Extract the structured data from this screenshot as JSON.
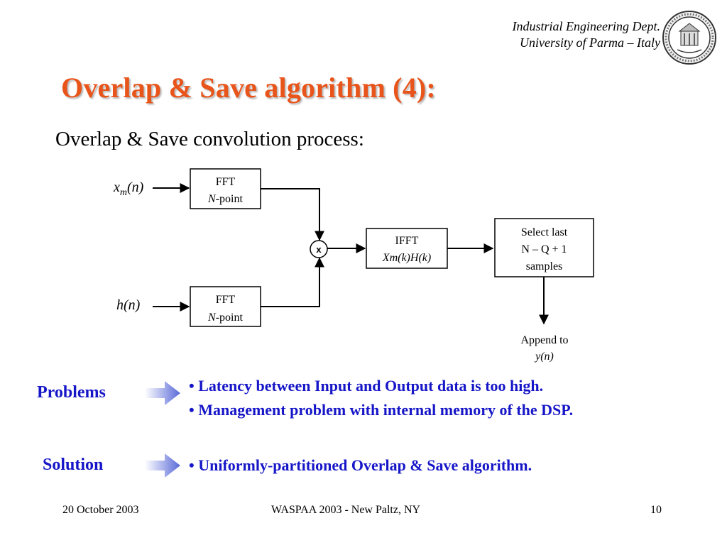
{
  "header": {
    "dept_line1": "Industrial Engineering Dept.",
    "dept_line2": "University of Parma – Italy",
    "seal_icon": "university-seal-icon"
  },
  "title": "Overlap & Save algorithm (4):",
  "subtitle": "Overlap & Save convolution process:",
  "diagram": {
    "input1": {
      "base": "x",
      "sub": "m",
      "arg": "(n)"
    },
    "input2": "h(n)",
    "fft1": {
      "line1": "FFT",
      "line2_var": "N",
      "line2_rest": "-point"
    },
    "fft2": {
      "line1": "FFT",
      "line2_var": "N",
      "line2_rest": "-point"
    },
    "multiplier": "x",
    "ifft": {
      "line1": "IFFT",
      "line2": "Xm(k)H(k)"
    },
    "select": {
      "line1": "Select last",
      "line2": "N – Q + 1",
      "line3": "samples"
    },
    "output": {
      "line1": "Append to",
      "line2": "y(n)"
    }
  },
  "problems": {
    "label": "Problems",
    "items": [
      "• Latency between Input and Output data is too high.",
      "• Management problem with internal memory of the DSP."
    ]
  },
  "solution": {
    "label": "Solution",
    "items": [
      "• Uniformly-partitioned Overlap & Save algorithm."
    ]
  },
  "footer": {
    "date": "20 October 2003",
    "conference": "WASPAA 2003 - New Paltz, NY",
    "page": "10"
  },
  "colors": {
    "title": "#e8541a",
    "emphasis": "#1616c8",
    "arrow": "#5a6ad8"
  }
}
